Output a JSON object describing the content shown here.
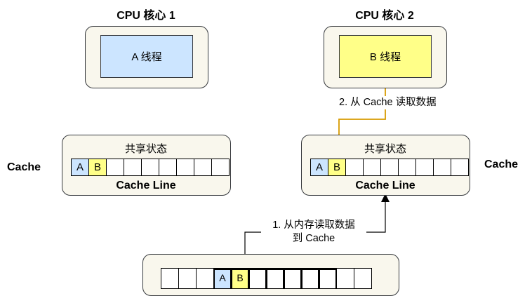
{
  "cores": [
    {
      "title": "CPU 核心 1",
      "thread_label": "A 线程",
      "thread_color": "#cce5ff"
    },
    {
      "title": "CPU 核心 2",
      "thread_label": "B 线程",
      "thread_color": "#ffff88"
    }
  ],
  "caches": [
    {
      "state_label": "共享状态",
      "line_label": "Cache Line",
      "cells": [
        "A",
        "B",
        "",
        "",
        "",
        "",
        "",
        "",
        ""
      ]
    },
    {
      "state_label": "共享状态",
      "line_label": "Cache Line",
      "cells": [
        "A",
        "B",
        "",
        "",
        "",
        "",
        "",
        "",
        ""
      ]
    }
  ],
  "side_labels": {
    "left": "Cache",
    "right": "Cache"
  },
  "steps": {
    "step1_line1": "1. 从内存读取数据",
    "step1_line2": "到 Cache",
    "step2": "2. 从 Cache 读取数据"
  },
  "memory": {
    "cells": [
      "",
      "",
      "",
      "A",
      "B",
      "",
      "",
      "",
      "",
      "",
      "",
      ""
    ]
  },
  "colors": {
    "a_cell": "#cce5ff",
    "b_cell": "#ffff88",
    "step2_arrow": "#d79b00",
    "box_fill": "#f9f7ed"
  }
}
